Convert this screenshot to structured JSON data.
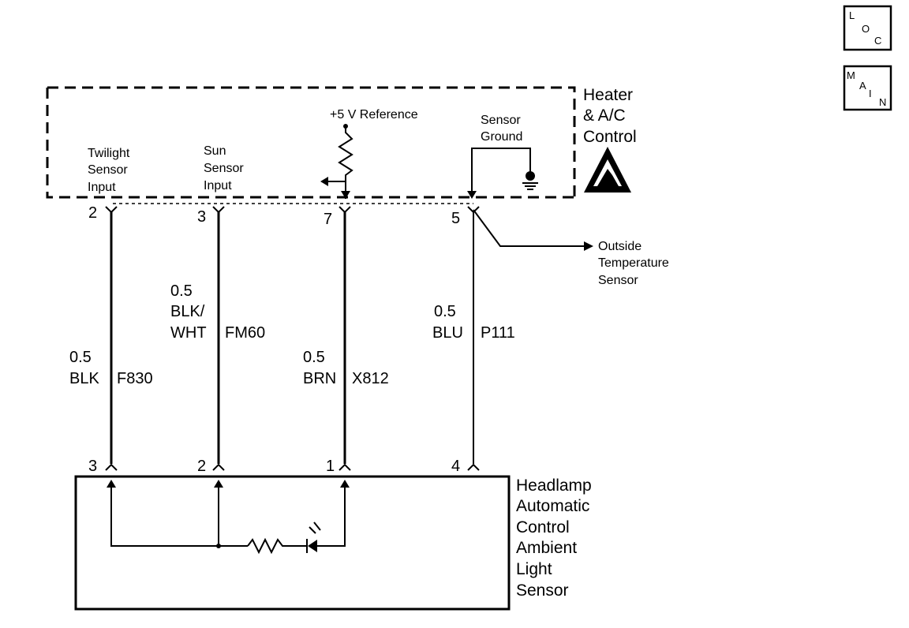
{
  "nav": {
    "loc": [
      "L",
      "O",
      "C"
    ],
    "main": [
      "M",
      "A",
      "I",
      "N"
    ]
  },
  "module": {
    "title": [
      "Heater",
      "& A/C",
      "Control"
    ],
    "ref_label": "+5 V Reference",
    "ground_label": [
      "Sensor",
      "Ground"
    ],
    "inputs": {
      "twilight": [
        "Twilight",
        "Sensor",
        "Input"
      ],
      "sun": [
        "Sun",
        "Sensor",
        "Input"
      ]
    }
  },
  "outside_sensor": [
    "Outside",
    "Temperature",
    "Sensor"
  ],
  "sensor": {
    "title": [
      "Headlamp",
      "Automatic",
      "Control",
      "Ambient",
      "Light",
      "Sensor"
    ]
  },
  "wires": [
    {
      "top_pin": "2",
      "bottom_pin": "3",
      "size": "0.5",
      "color": [
        "BLK"
      ],
      "circuit": "F830"
    },
    {
      "top_pin": "3",
      "bottom_pin": "2",
      "size": "0.5",
      "color": [
        "BLK/",
        "WHT"
      ],
      "circuit": "FM60"
    },
    {
      "top_pin": "7",
      "bottom_pin": "1",
      "size": "0.5",
      "color": [
        "BRN"
      ],
      "circuit": "X812"
    },
    {
      "top_pin": "5",
      "bottom_pin": "4",
      "size": "0.5",
      "color": [
        "BLU"
      ],
      "circuit": "P111"
    }
  ]
}
